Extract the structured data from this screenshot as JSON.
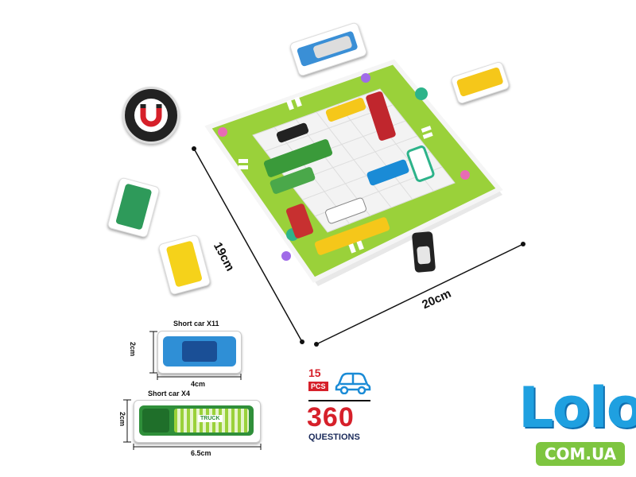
{
  "dimensions": {
    "board_height": "19cm",
    "board_width": "20cm"
  },
  "short_car_blue": {
    "title": "Short car X11",
    "height": "2cm",
    "width": "4cm"
  },
  "long_car_green": {
    "title": "Short car X4",
    "height": "2cm",
    "width": "6.5cm",
    "truck_text": "TRUCK"
  },
  "pieces": {
    "count": "15",
    "unit": "PCS"
  },
  "questions": {
    "number": "360",
    "label": "QUESTIONS"
  },
  "watermark": {
    "brand": "Lolo",
    "domain": "COM.UA"
  },
  "colors": {
    "board_green": "#9ad13a",
    "red": "#d6202a",
    "logo_blue": "#1fa0e0",
    "logo_green": "#7ec540"
  }
}
